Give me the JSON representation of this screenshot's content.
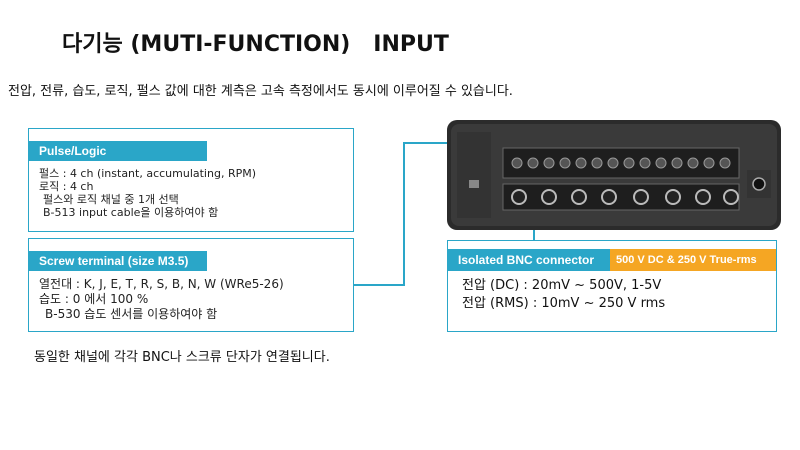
{
  "title": "다기능 (MUTI-FUNCTION)   INPUT",
  "intro": "전압, 전류, 습도, 로직, 펄스 값에 대한 계측은 고속 측정에서도 동시에 이루어질 수 있습니다.",
  "pulse_box": {
    "header": "Pulse/Logic",
    "lines": [
      "펄스 : 4 ch (instant, accumulating, RPM)",
      "로직 : 4 ch",
      " 펄스와 로직 채널 중 1개 선택",
      " B-513 input cable을 이용하여야 함"
    ]
  },
  "screw_box": {
    "header": "Screw terminal (size M3.5)",
    "lines": [
      "열전대 : K, J, E, T, R, S, B, N, W (WRe5-26)",
      "습도 : 0 에서 100 %",
      "  B-530 습도 센서를 이용하여야 함"
    ]
  },
  "bnc_box": {
    "header": "Isolated BNC connector",
    "spec": "500 V DC & 250 V True-rms",
    "lines": [
      "전압 (DC) : 20mV ~ 500V, 1-5V",
      "전압 (RMS) : 10mV ~ 250 V rms"
    ]
  },
  "footer": "동일한 채널에 각각 BNC나 스크류 단자가 연결됩니다.",
  "colors": {
    "accent": "#2aa6c8",
    "orange": "#f5a623",
    "device": "#2b2b2b"
  }
}
